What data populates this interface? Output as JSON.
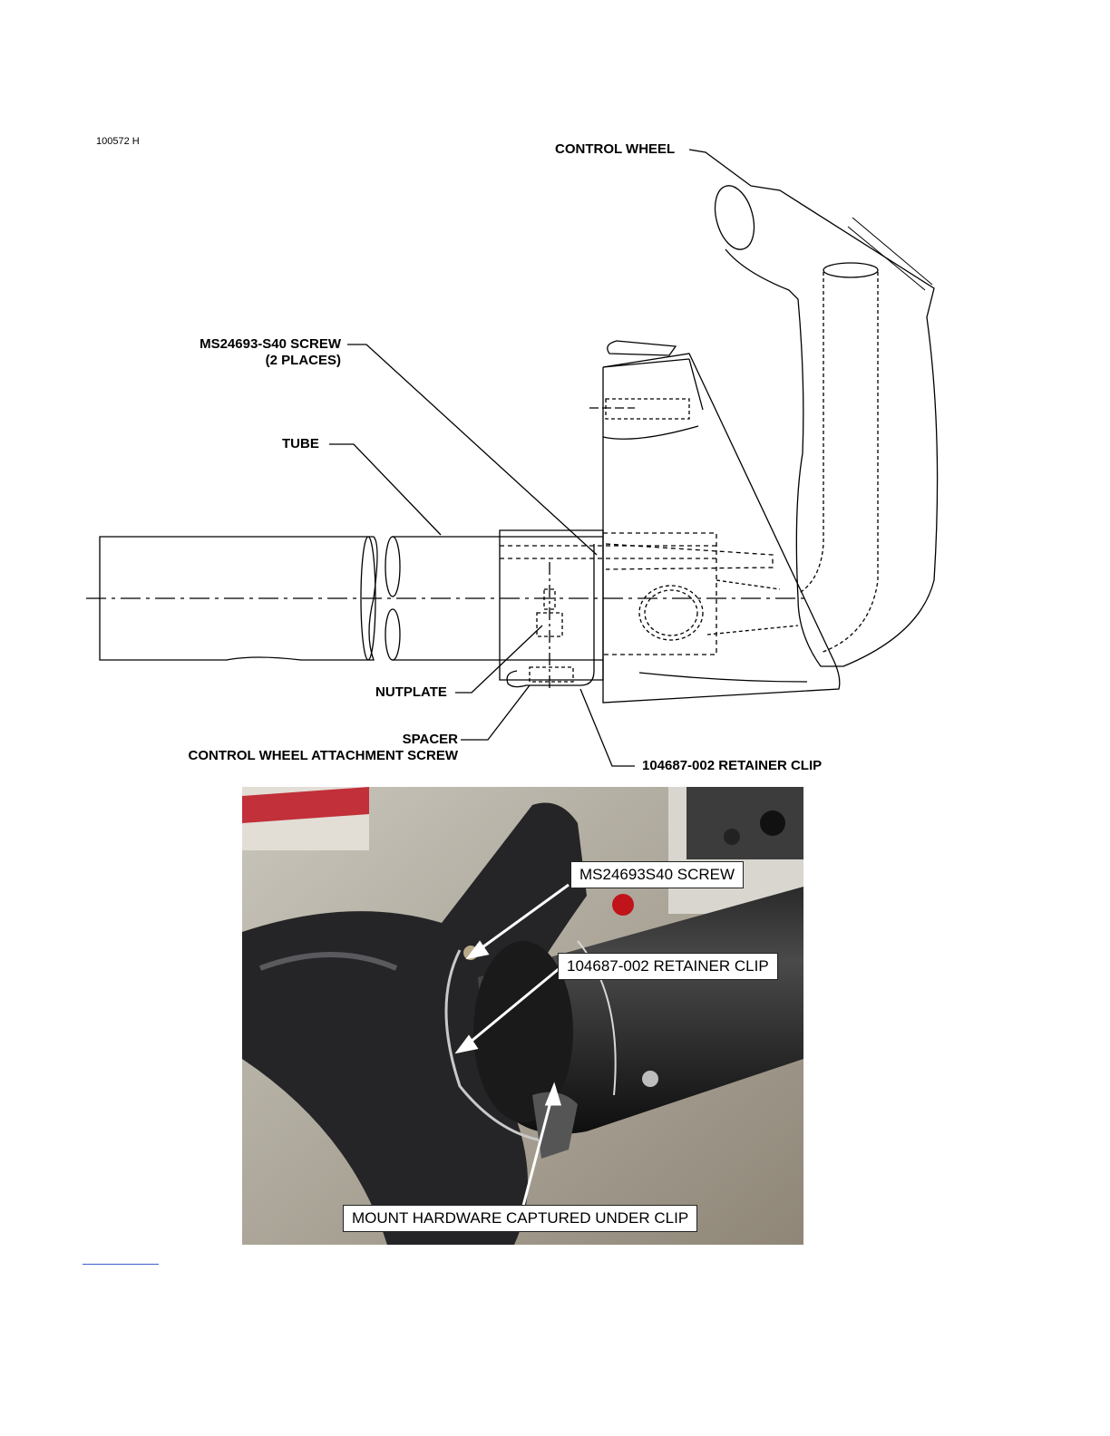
{
  "figure_id": "100572 H",
  "labels": {
    "control_wheel": "CONTROL WHEEL",
    "screw": "MS24693-S40 SCREW",
    "screw_places": "(2 PLACES)",
    "tube": "TUBE",
    "nutplate": "NUTPLATE",
    "spacer": "SPACER",
    "attach_screw": "CONTROL WHEEL ATTACHMENT SCREW",
    "retainer_clip": "104687-002 RETAINER CLIP"
  },
  "photo_callouts": {
    "screw": "MS24693S40 SCREW",
    "retainer_clip": "104687-002 RETAINER CLIP",
    "mount_hardware": "MOUNT HARDWARE CAPTURED UNDER CLIP"
  }
}
